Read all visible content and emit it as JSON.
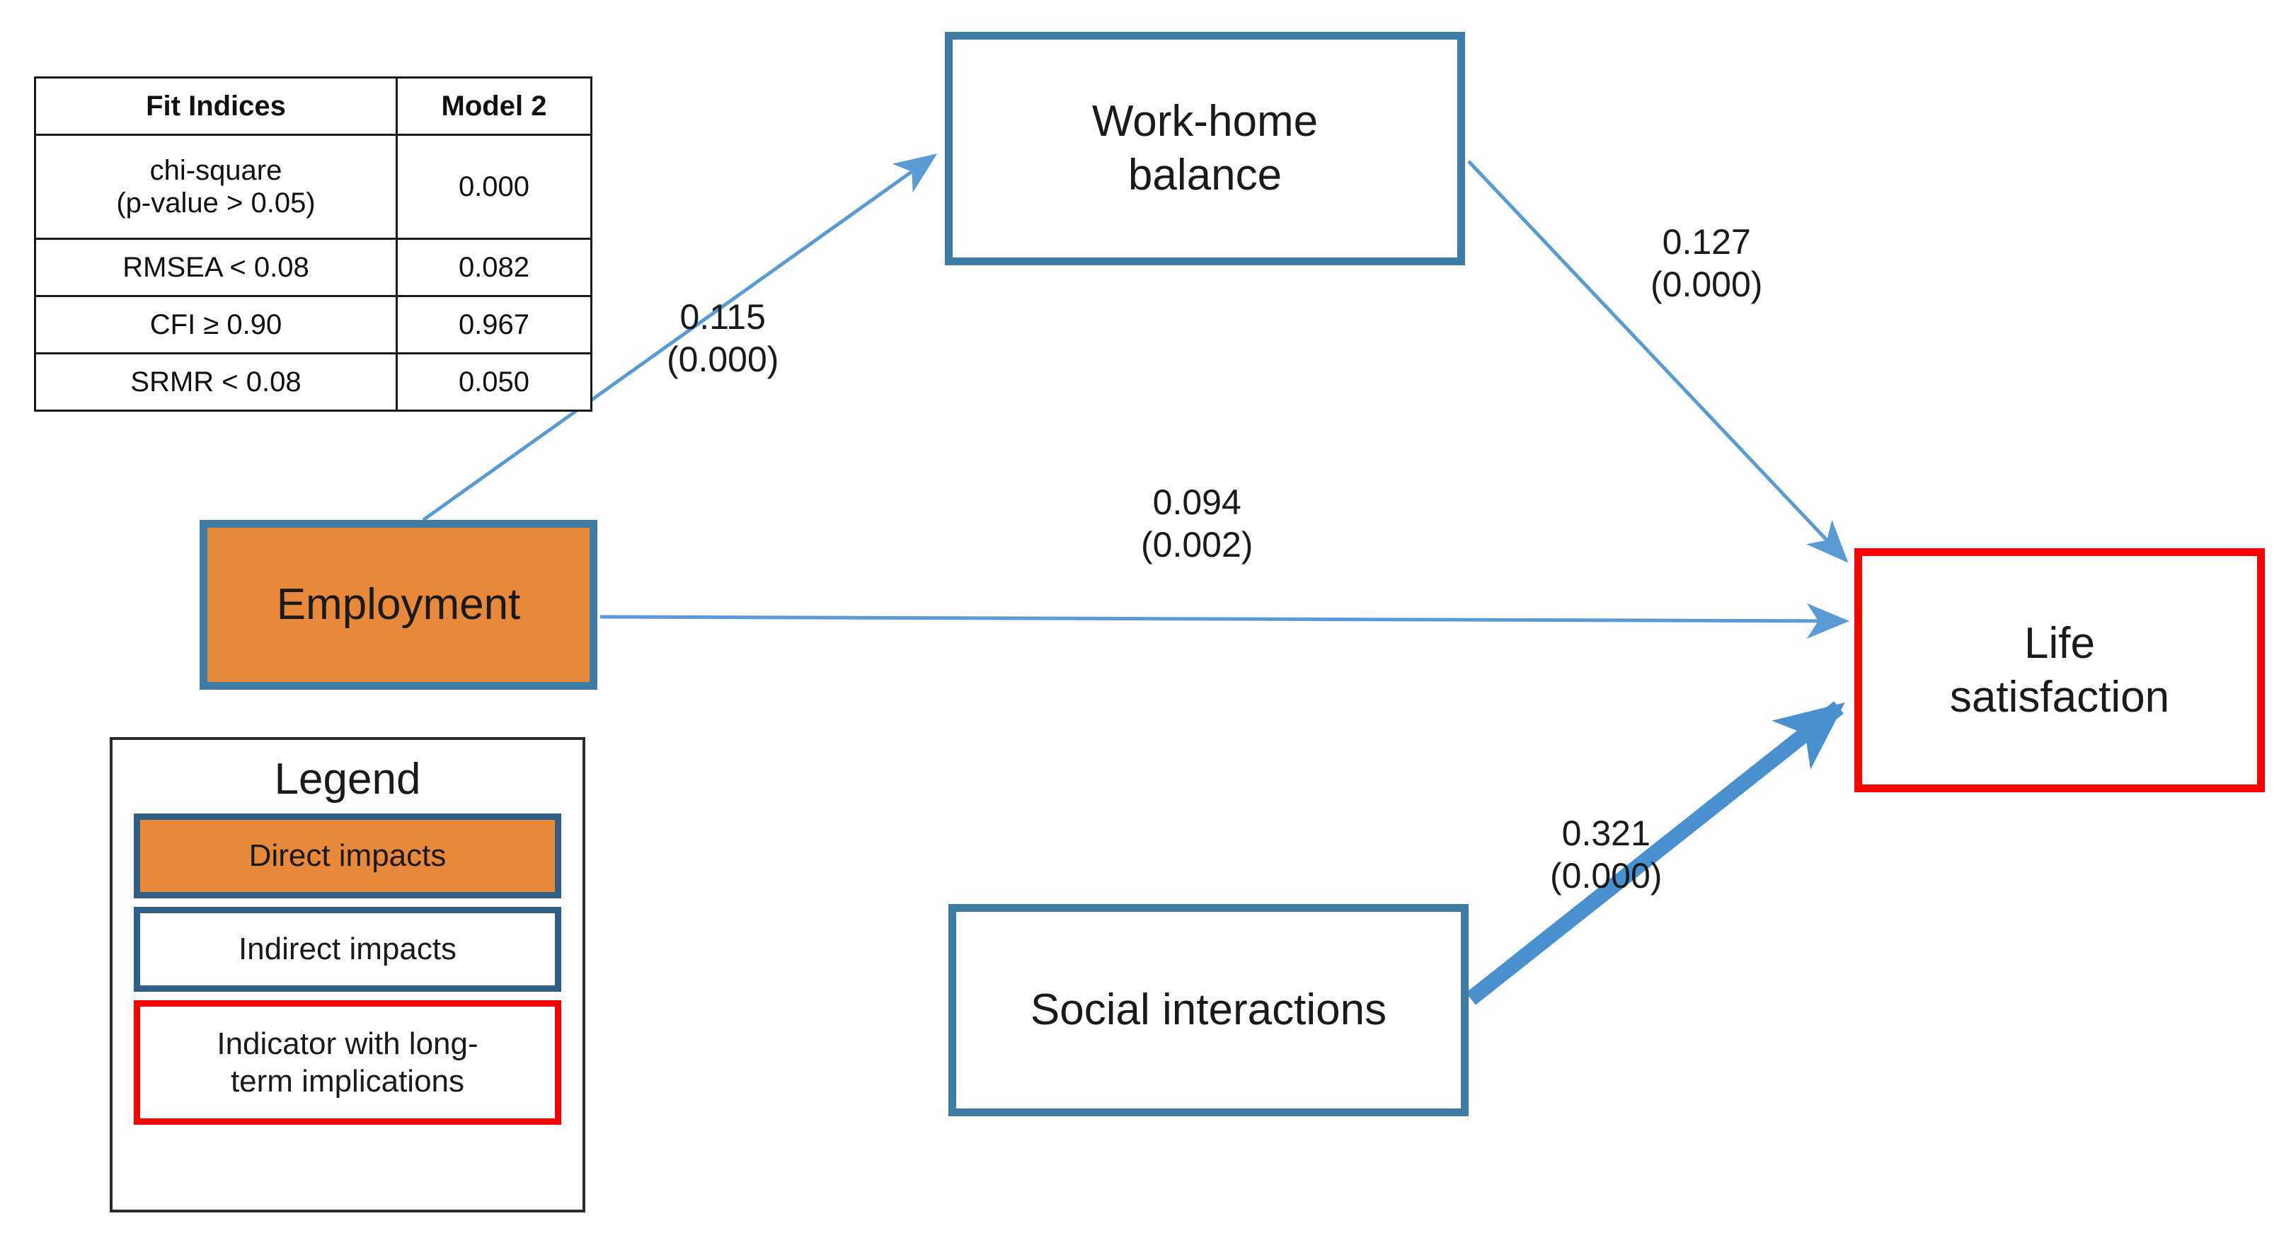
{
  "fit_table": {
    "headers": [
      "Fit Indices",
      "Model 2"
    ],
    "rows": [
      {
        "label_line1": "chi-square",
        "label_line2": "(p-value > 0.05)",
        "value": "0.000"
      },
      {
        "label_line1": "RMSEA < 0.08",
        "label_line2": "",
        "value": "0.082"
      },
      {
        "label_line1": "CFI ≥ 0.90",
        "label_line2": "",
        "value": "0.967"
      },
      {
        "label_line1": "SRMR < 0.08",
        "label_line2": "",
        "value": "0.050"
      }
    ]
  },
  "nodes": {
    "work_home": {
      "label_line1": "Work-home",
      "label_line2": "balance"
    },
    "employment": {
      "label": "Employment"
    },
    "life_satisfaction": {
      "label_line1": "Life",
      "label_line2": "satisfaction"
    },
    "social": {
      "label": "Social interactions"
    }
  },
  "edges": {
    "employment_to_work_home": {
      "coefficient": "0.115",
      "pvalue": "(0.000)"
    },
    "work_home_to_life": {
      "coefficient": "0.127",
      "pvalue": "(0.000)"
    },
    "employment_to_life": {
      "coefficient": "0.094",
      "pvalue": "(0.002)"
    },
    "social_to_life": {
      "coefficient": "0.321",
      "pvalue": "(0.000)"
    }
  },
  "legend": {
    "title": "Legend",
    "direct": "Direct impacts",
    "indirect": "Indirect impacts",
    "longterm_line1": "Indicator with long-",
    "longterm_line2": "term implications"
  },
  "colors": {
    "orange_fill": "#E8883A",
    "blue_border": "#3E7CA6",
    "legend_blue_border": "#2F5F86",
    "red_border": "#FF0000",
    "arrow_thin": "#5B9BD5",
    "arrow_thick": "#4A90CE",
    "table_border": "#1A1A1A",
    "text": "#1A1A1A"
  },
  "chart_data": {
    "type": "diagram",
    "title": "",
    "nodes": [
      {
        "id": "employment",
        "label": "Employment",
        "style": "direct-impact"
      },
      {
        "id": "work_home",
        "label": "Work-home balance",
        "style": "indirect-impact"
      },
      {
        "id": "social",
        "label": "Social interactions",
        "style": "indirect-impact"
      },
      {
        "id": "life_satisfaction",
        "label": "Life satisfaction",
        "style": "long-term-indicator"
      }
    ],
    "edges": [
      {
        "from": "employment",
        "to": "work_home",
        "coefficient": 0.115,
        "pvalue": 0.0,
        "weight": "thin"
      },
      {
        "from": "work_home",
        "to": "life_satisfaction",
        "coefficient": 0.127,
        "pvalue": 0.0,
        "weight": "thin"
      },
      {
        "from": "employment",
        "to": "life_satisfaction",
        "coefficient": 0.094,
        "pvalue": 0.002,
        "weight": "thin"
      },
      {
        "from": "social",
        "to": "life_satisfaction",
        "coefficient": 0.321,
        "pvalue": 0.0,
        "weight": "thick"
      }
    ],
    "fit_indices": [
      {
        "index": "chi-square (p-value > 0.05)",
        "model_2": 0.0
      },
      {
        "index": "RMSEA < 0.08",
        "model_2": 0.082
      },
      {
        "index": "CFI >= 0.90",
        "model_2": 0.967
      },
      {
        "index": "SRMR < 0.08",
        "model_2": 0.05
      }
    ]
  }
}
